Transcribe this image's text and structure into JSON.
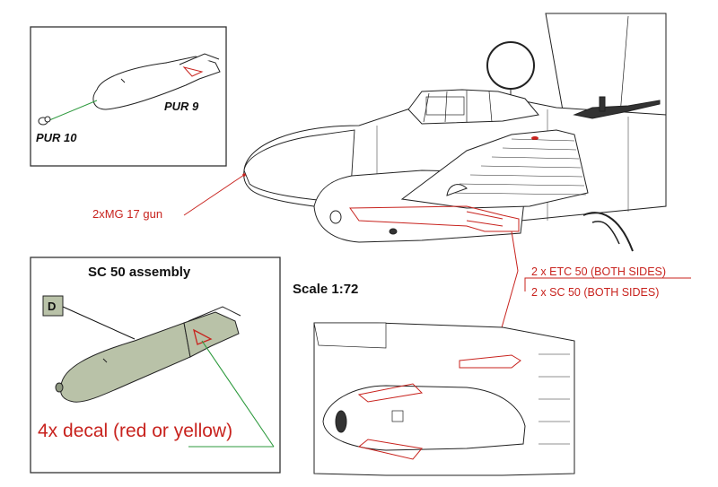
{
  "inset_top": {
    "part_a": "PUR 9",
    "part_b": "PUR 10"
  },
  "inset_bottom": {
    "title": "SC 50 assembly",
    "tag": "D",
    "decal_note": "4x decal (red or yellow)"
  },
  "callouts": {
    "gun": "2xMG 17 gun",
    "etc": "2 x ETC 50 (BOTH SIDES)",
    "sc": "2 x SC 50 (BOTH SIDES)"
  },
  "scale": "Scale 1:72",
  "colors": {
    "callout_red": "#c8231e",
    "bomb_grey": "#b9c2a8",
    "leader_green": "#2e9a3e",
    "line": "#1a1a1a"
  }
}
